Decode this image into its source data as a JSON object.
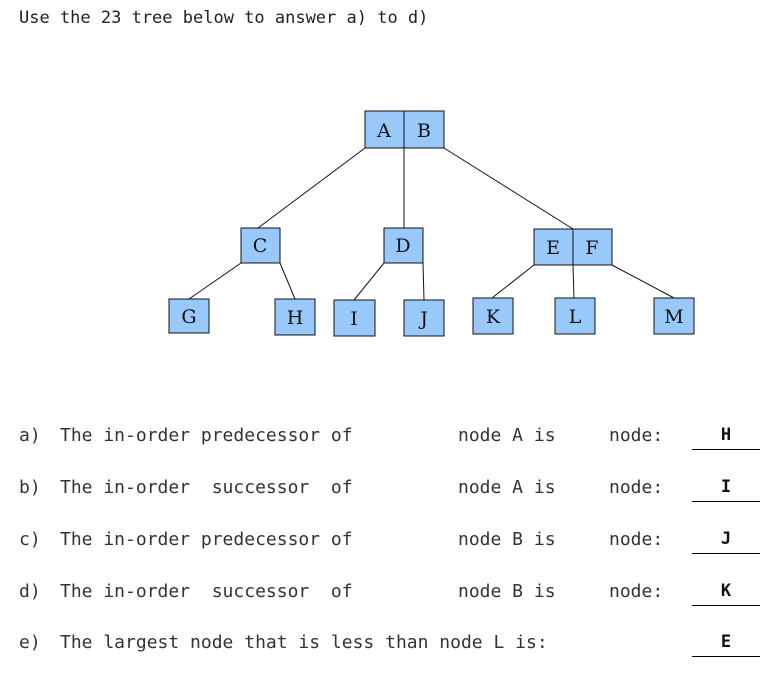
{
  "intro": "Use the 23 tree below to answer a) to d)",
  "tree": {
    "fill_color": "#99c8fb",
    "stroke_color": "#111111",
    "nodes": {
      "root_a": "A",
      "root_b": "B",
      "c": "C",
      "d": "D",
      "e": "E",
      "f": "F",
      "g": "G",
      "h": "H",
      "i": "I",
      "j": "J",
      "k": "K",
      "l": "L",
      "m": "M"
    }
  },
  "questions": [
    {
      "letter": "a)",
      "text": "The in-order predecessor of",
      "node_part": "node A is",
      "node_label": "node:",
      "answer": "H"
    },
    {
      "letter": "b)",
      "text": "The in-order  successor  of",
      "node_part": "node A is",
      "node_label": "node:",
      "answer": "I"
    },
    {
      "letter": "c)",
      "text": "The in-order predecessor of",
      "node_part": "node B is",
      "node_label": "node:",
      "answer": "J"
    },
    {
      "letter": "d)",
      "text": "The in-order  successor  of",
      "node_part": "node B is",
      "node_label": "node:",
      "answer": "K"
    },
    {
      "letter": "e)",
      "text": "The largest node that is less than node L is:",
      "node_part": "",
      "node_label": "",
      "answer": "E"
    }
  ]
}
